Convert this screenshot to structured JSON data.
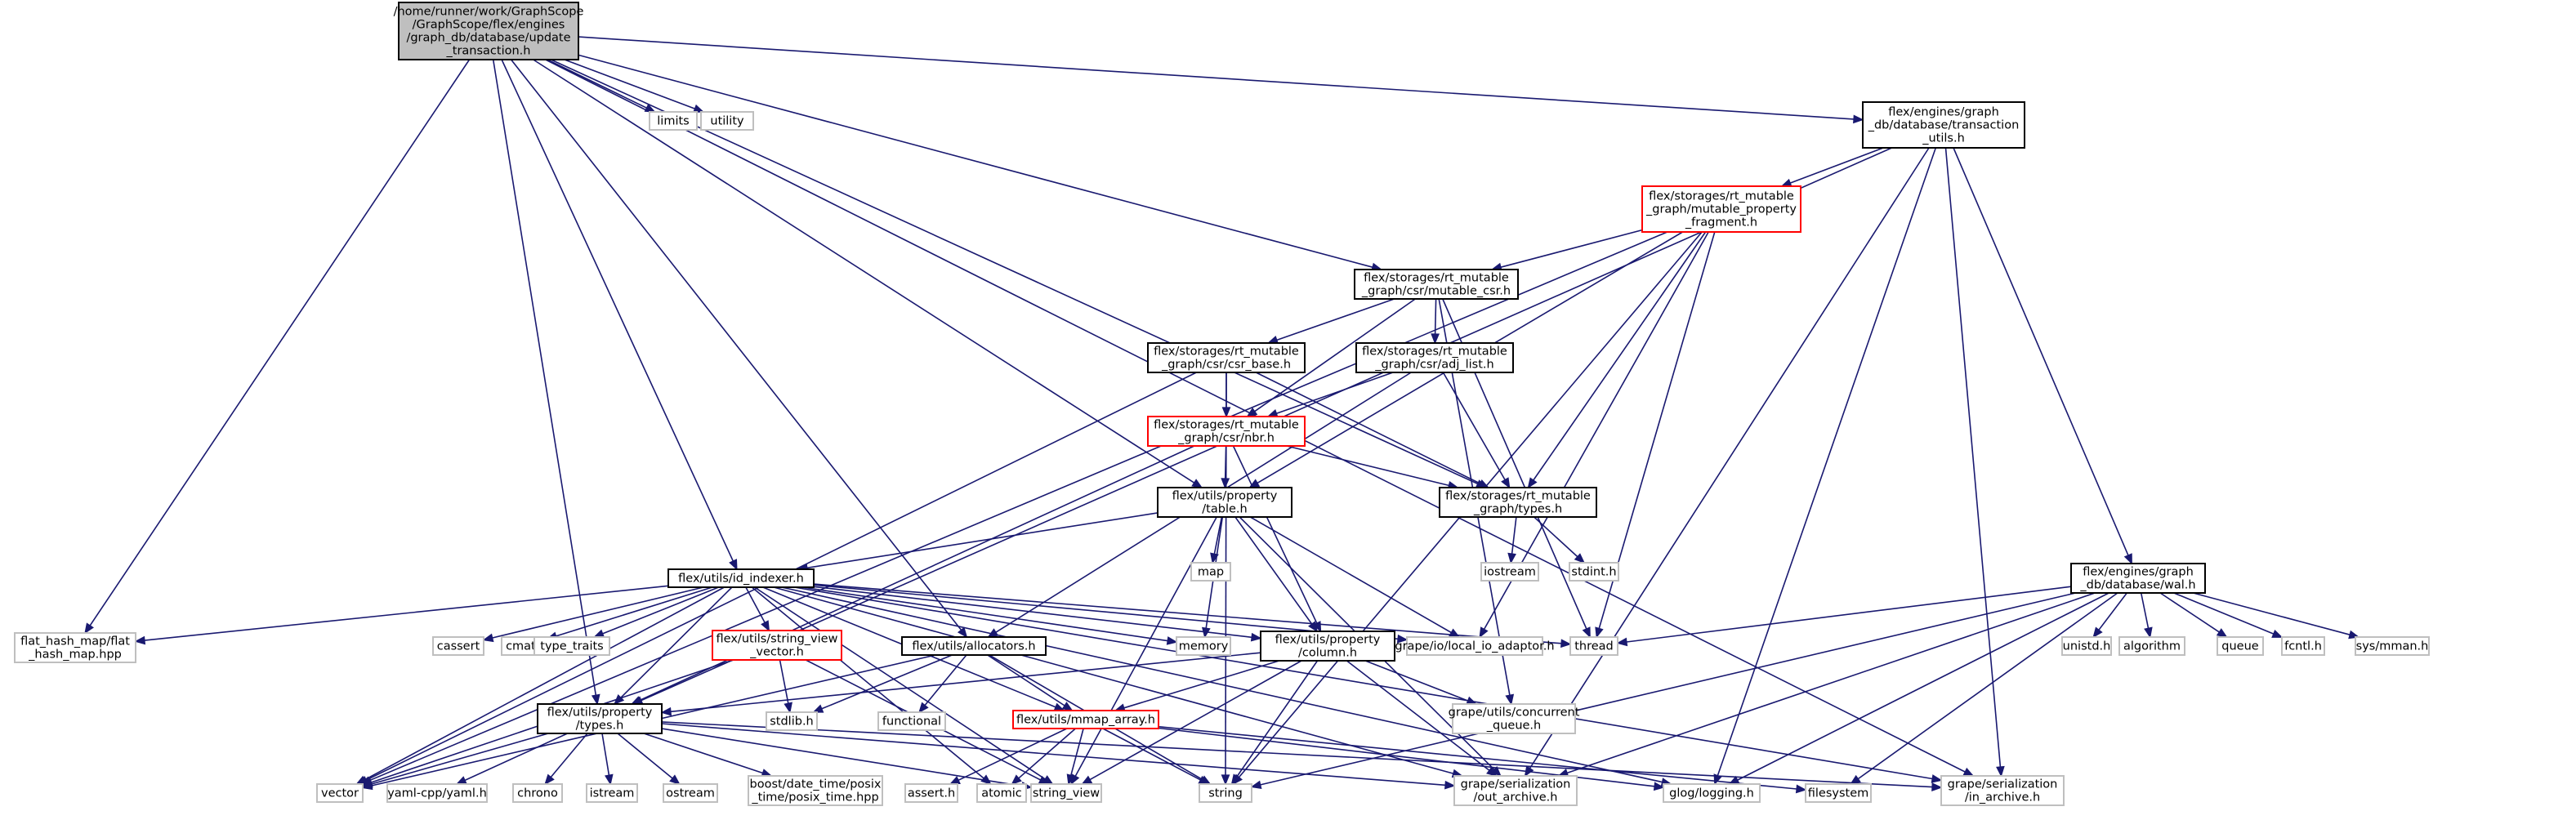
{
  "colors": {
    "edge": "#191970",
    "root_fill": "#bfbfbf",
    "root_border": "#000000",
    "file_border": "#000000",
    "file_with_missing_refs_border": "#ff0000",
    "system_header_border": "#bfbfbf",
    "background": "#ffffff"
  },
  "graph": {
    "nodes": [
      {
        "id": "root",
        "kind": "root",
        "lines": [
          "/home/runner/work/GraphScope",
          "/GraphScope/flex/engines",
          "/graph_db/database/update",
          "_transaction.h"
        ]
      },
      {
        "id": "limits",
        "kind": "system",
        "lines": [
          "limits"
        ]
      },
      {
        "id": "utility",
        "kind": "system",
        "lines": [
          "utility"
        ]
      },
      {
        "id": "flat_hash_map",
        "kind": "system",
        "lines": [
          "flat_hash_map/flat",
          "_hash_map.hpp"
        ]
      },
      {
        "id": "transaction_utils",
        "kind": "file",
        "lines": [
          "flex/engines/graph",
          "_db/database/transaction",
          "_utils.h"
        ]
      },
      {
        "id": "mutable_property_fragment",
        "kind": "file_missing",
        "lines": [
          "flex/storages/rt_mutable",
          "_graph/mutable_property",
          "_fragment.h"
        ]
      },
      {
        "id": "mutable_csr",
        "kind": "file",
        "lines": [
          "flex/storages/rt_mutable",
          "_graph/csr/mutable_csr.h"
        ]
      },
      {
        "id": "csr_base",
        "kind": "file",
        "lines": [
          "flex/storages/rt_mutable",
          "_graph/csr/csr_base.h"
        ]
      },
      {
        "id": "adj_list",
        "kind": "file",
        "lines": [
          "flex/storages/rt_mutable",
          "_graph/csr/adj_list.h"
        ]
      },
      {
        "id": "nbr",
        "kind": "file_missing",
        "lines": [
          "flex/storages/rt_mutable",
          "_graph/csr/nbr.h"
        ]
      },
      {
        "id": "property_table",
        "kind": "file",
        "lines": [
          "flex/utils/property",
          "/table.h"
        ]
      },
      {
        "id": "rt_types",
        "kind": "file",
        "lines": [
          "flex/storages/rt_mutable",
          "_graph/types.h"
        ]
      },
      {
        "id": "map",
        "kind": "system",
        "lines": [
          "map"
        ]
      },
      {
        "id": "iostream",
        "kind": "system",
        "lines": [
          "iostream"
        ]
      },
      {
        "id": "stdint",
        "kind": "system",
        "lines": [
          "stdint.h"
        ]
      },
      {
        "id": "wal",
        "kind": "file",
        "lines": [
          "flex/engines/graph",
          "_db/database/wal.h"
        ]
      },
      {
        "id": "id_indexer",
        "kind": "file",
        "lines": [
          "flex/utils/id_indexer.h"
        ]
      },
      {
        "id": "cassert",
        "kind": "system",
        "lines": [
          "cassert"
        ]
      },
      {
        "id": "cmath",
        "kind": "system",
        "lines": [
          "cmath"
        ]
      },
      {
        "id": "type_traits",
        "kind": "system",
        "lines": [
          "type_traits"
        ]
      },
      {
        "id": "string_view_vector",
        "kind": "file_missing",
        "lines": [
          "flex/utils/string_view",
          "_vector.h"
        ]
      },
      {
        "id": "allocators",
        "kind": "file",
        "lines": [
          "flex/utils/allocators.h"
        ]
      },
      {
        "id": "memory",
        "kind": "system",
        "lines": [
          "memory"
        ]
      },
      {
        "id": "property_column",
        "kind": "file",
        "lines": [
          "flex/utils/property",
          "/column.h"
        ]
      },
      {
        "id": "local_io_adaptor",
        "kind": "system",
        "lines": [
          "grape/io/local_io_adaptor.h"
        ]
      },
      {
        "id": "thread",
        "kind": "system",
        "lines": [
          "thread"
        ]
      },
      {
        "id": "unistd",
        "kind": "system",
        "lines": [
          "unistd.h"
        ]
      },
      {
        "id": "algorithm",
        "kind": "system",
        "lines": [
          "algorithm"
        ]
      },
      {
        "id": "queue",
        "kind": "system",
        "lines": [
          "queue"
        ]
      },
      {
        "id": "fcntl",
        "kind": "system",
        "lines": [
          "fcntl.h"
        ]
      },
      {
        "id": "sys_mman",
        "kind": "system",
        "lines": [
          "sys/mman.h"
        ]
      },
      {
        "id": "stdlib",
        "kind": "system",
        "lines": [
          "stdlib.h"
        ]
      },
      {
        "id": "functional",
        "kind": "system",
        "lines": [
          "functional"
        ]
      },
      {
        "id": "mmap_array",
        "kind": "file_missing",
        "lines": [
          "flex/utils/mmap_array.h"
        ]
      },
      {
        "id": "concurrent_queue",
        "kind": "system",
        "lines": [
          "grape/utils/concurrent",
          "_queue.h"
        ]
      },
      {
        "id": "property_types",
        "kind": "file",
        "lines": [
          "flex/utils/property",
          "/types.h"
        ]
      },
      {
        "id": "vector",
        "kind": "system",
        "lines": [
          "vector"
        ]
      },
      {
        "id": "yaml",
        "kind": "system",
        "lines": [
          "yaml-cpp/yaml.h"
        ]
      },
      {
        "id": "chrono",
        "kind": "system",
        "lines": [
          "chrono"
        ]
      },
      {
        "id": "istream",
        "kind": "system",
        "lines": [
          "istream"
        ]
      },
      {
        "id": "ostream",
        "kind": "system",
        "lines": [
          "ostream"
        ]
      },
      {
        "id": "posix_time",
        "kind": "system",
        "lines": [
          "boost/date_time/posix",
          "_time/posix_time.hpp"
        ]
      },
      {
        "id": "assert_h",
        "kind": "system",
        "lines": [
          "assert.h"
        ]
      },
      {
        "id": "atomic",
        "kind": "system",
        "lines": [
          "atomic"
        ]
      },
      {
        "id": "string_view",
        "kind": "system",
        "lines": [
          "string_view"
        ]
      },
      {
        "id": "string",
        "kind": "system",
        "lines": [
          "string"
        ]
      },
      {
        "id": "out_archive",
        "kind": "system",
        "lines": [
          "grape/serialization",
          "/out_archive.h"
        ]
      },
      {
        "id": "glog",
        "kind": "system",
        "lines": [
          "glog/logging.h"
        ]
      },
      {
        "id": "filesystem",
        "kind": "system",
        "lines": [
          "filesystem"
        ]
      },
      {
        "id": "in_archive",
        "kind": "system",
        "lines": [
          "grape/serialization",
          "/in_archive.h"
        ]
      }
    ],
    "edges": [
      [
        "root",
        "limits"
      ],
      [
        "root",
        "utility"
      ],
      [
        "root",
        "flat_hash_map"
      ],
      [
        "root",
        "transaction_utils"
      ],
      [
        "root",
        "mutable_csr"
      ],
      [
        "root",
        "property_table"
      ],
      [
        "root",
        "rt_types"
      ],
      [
        "root",
        "id_indexer"
      ],
      [
        "root",
        "allocators"
      ],
      [
        "root",
        "property_types"
      ],
      [
        "root",
        "in_archive"
      ],
      [
        "transaction_utils",
        "mutable_property_fragment"
      ],
      [
        "transaction_utils",
        "wal"
      ],
      [
        "transaction_utils",
        "property_types"
      ],
      [
        "transaction_utils",
        "out_archive"
      ],
      [
        "transaction_utils",
        "glog"
      ],
      [
        "transaction_utils",
        "in_archive"
      ],
      [
        "mutable_property_fragment",
        "mutable_csr"
      ],
      [
        "mutable_property_fragment",
        "property_table"
      ],
      [
        "mutable_property_fragment",
        "rt_types"
      ],
      [
        "mutable_property_fragment",
        "vector"
      ],
      [
        "mutable_property_fragment",
        "local_io_adaptor"
      ],
      [
        "mutable_property_fragment",
        "thread"
      ],
      [
        "mutable_property_fragment",
        "string"
      ],
      [
        "mutable_csr",
        "csr_base"
      ],
      [
        "mutable_csr",
        "adj_list"
      ],
      [
        "mutable_csr",
        "nbr"
      ],
      [
        "mutable_csr",
        "thread"
      ],
      [
        "mutable_csr",
        "concurrent_queue"
      ],
      [
        "csr_base",
        "nbr"
      ],
      [
        "csr_base",
        "rt_types"
      ],
      [
        "csr_base",
        "vector"
      ],
      [
        "csr_base",
        "string"
      ],
      [
        "adj_list",
        "nbr"
      ],
      [
        "adj_list",
        "rt_types"
      ],
      [
        "adj_list",
        "allocators"
      ],
      [
        "nbr",
        "property_table"
      ],
      [
        "nbr",
        "rt_types"
      ],
      [
        "nbr",
        "property_column"
      ],
      [
        "nbr",
        "property_types"
      ],
      [
        "property_table",
        "id_indexer"
      ],
      [
        "property_table",
        "map"
      ],
      [
        "property_table",
        "memory"
      ],
      [
        "property_table",
        "property_column"
      ],
      [
        "property_table",
        "string_view"
      ],
      [
        "property_table",
        "local_io_adaptor"
      ],
      [
        "property_table",
        "out_archive"
      ],
      [
        "rt_types",
        "iostream"
      ],
      [
        "rt_types",
        "stdint"
      ],
      [
        "id_indexer",
        "flat_hash_map"
      ],
      [
        "id_indexer",
        "cassert"
      ],
      [
        "id_indexer",
        "cmath"
      ],
      [
        "id_indexer",
        "type_traits"
      ],
      [
        "id_indexer",
        "string_view_vector"
      ],
      [
        "id_indexer",
        "memory"
      ],
      [
        "id_indexer",
        "property_column"
      ],
      [
        "id_indexer",
        "local_io_adaptor"
      ],
      [
        "id_indexer",
        "thread"
      ],
      [
        "id_indexer",
        "vector"
      ],
      [
        "id_indexer",
        "property_types"
      ],
      [
        "id_indexer",
        "mmap_array"
      ],
      [
        "id_indexer",
        "atomic"
      ],
      [
        "id_indexer",
        "string_view"
      ],
      [
        "id_indexer",
        "out_archive"
      ],
      [
        "id_indexer",
        "glog"
      ],
      [
        "id_indexer",
        "in_archive"
      ],
      [
        "string_view_vector",
        "stdlib"
      ],
      [
        "string_view_vector",
        "vector"
      ],
      [
        "string_view_vector",
        "string_view"
      ],
      [
        "allocators",
        "stdlib"
      ],
      [
        "allocators",
        "functional"
      ],
      [
        "allocators",
        "mmap_array"
      ],
      [
        "allocators",
        "vector"
      ],
      [
        "allocators",
        "string"
      ],
      [
        "property_column",
        "property_types"
      ],
      [
        "property_column",
        "mmap_array"
      ],
      [
        "property_column",
        "concurrent_queue"
      ],
      [
        "property_column",
        "string_view"
      ],
      [
        "property_column",
        "string"
      ],
      [
        "property_column",
        "out_archive"
      ],
      [
        "mmap_array",
        "assert_h"
      ],
      [
        "mmap_array",
        "atomic"
      ],
      [
        "mmap_array",
        "string_view"
      ],
      [
        "mmap_array",
        "string"
      ],
      [
        "mmap_array",
        "glog"
      ],
      [
        "mmap_array",
        "filesystem"
      ],
      [
        "property_types",
        "vector"
      ],
      [
        "property_types",
        "yaml"
      ],
      [
        "property_types",
        "chrono"
      ],
      [
        "property_types",
        "istream"
      ],
      [
        "property_types",
        "ostream"
      ],
      [
        "property_types",
        "posix_time"
      ],
      [
        "property_types",
        "string_view"
      ],
      [
        "property_types",
        "out_archive"
      ],
      [
        "property_types",
        "in_archive"
      ],
      [
        "wal",
        "thread"
      ],
      [
        "wal",
        "unistd"
      ],
      [
        "wal",
        "algorithm"
      ],
      [
        "wal",
        "queue"
      ],
      [
        "wal",
        "fcntl"
      ],
      [
        "wal",
        "sys_mman"
      ],
      [
        "wal",
        "string"
      ],
      [
        "wal",
        "glog"
      ],
      [
        "wal",
        "filesystem"
      ],
      [
        "wal",
        "out_archive"
      ]
    ]
  }
}
